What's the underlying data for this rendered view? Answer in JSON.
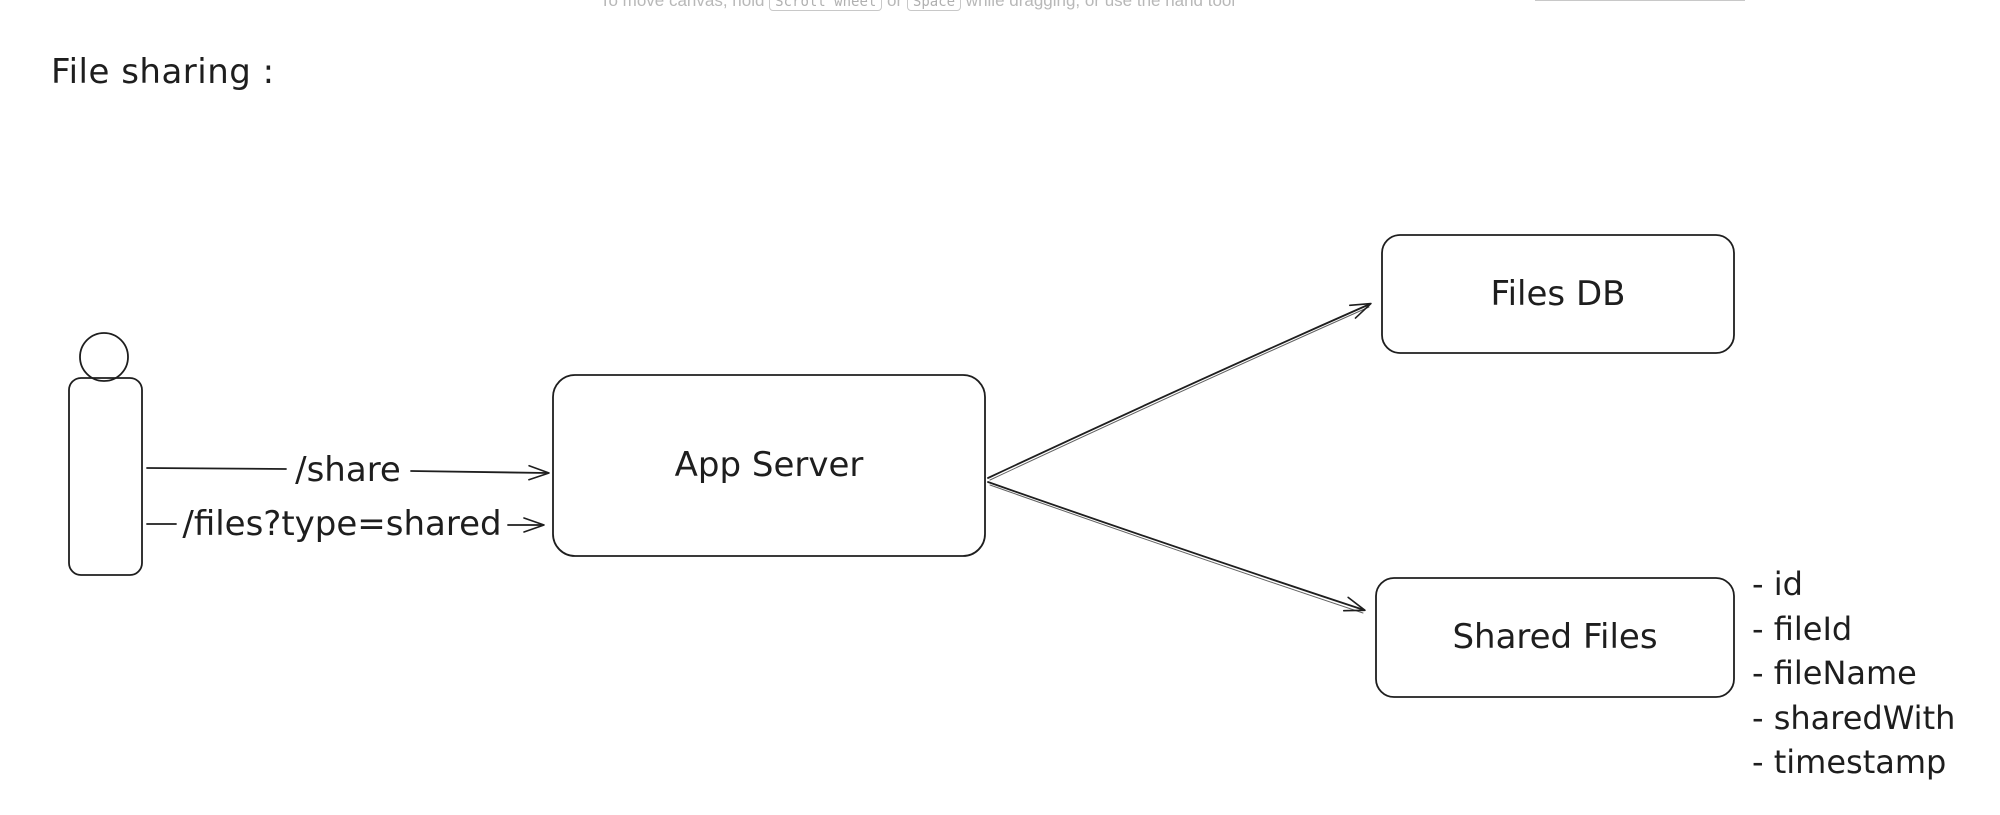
{
  "hint": {
    "prefix": "To move canvas, hold",
    "key1": "Scroll wheel",
    "middle": "or",
    "key2": "Space",
    "suffix": "while dragging, or use the hand tool"
  },
  "title": "File sharing :",
  "nodes": {
    "app_server": "App Server",
    "files_db": "Files DB",
    "shared_files": "Shared Files"
  },
  "edges": {
    "share": "/share",
    "files_shared": "/files?type=shared"
  },
  "shared_files_attributes": [
    "- id",
    "- fileId",
    "- fileName",
    "- sharedWith",
    "- timestamp"
  ],
  "colors": {
    "stroke": "#1e1e1e",
    "hint_text": "#b8b8b8"
  }
}
